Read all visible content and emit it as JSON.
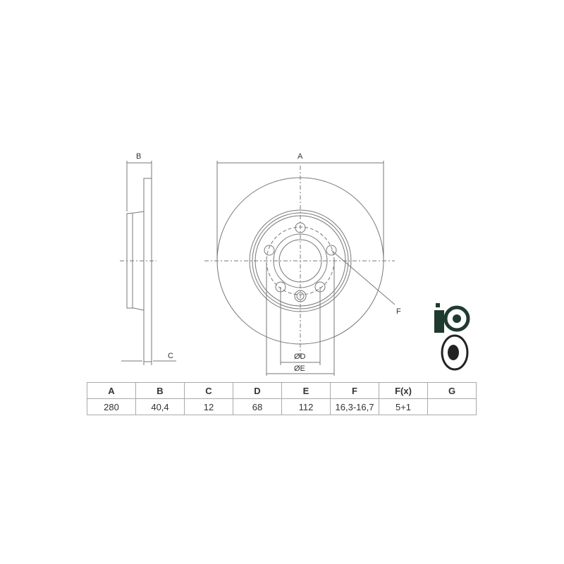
{
  "drawing": {
    "labels": {
      "A": "A",
      "B": "B",
      "C": "C",
      "D": "ØD",
      "E": "ØE",
      "F": "F"
    }
  },
  "spec_table": {
    "headers": [
      "A",
      "B",
      "C",
      "D",
      "E",
      "F",
      "F(x)",
      "G"
    ],
    "values": [
      "280",
      "40,4",
      "12",
      "68",
      "112",
      "16,3-16,7",
      "5+1",
      ""
    ]
  },
  "icons": [
    "disc-mounting-icon",
    "disc-perspective-icon"
  ]
}
